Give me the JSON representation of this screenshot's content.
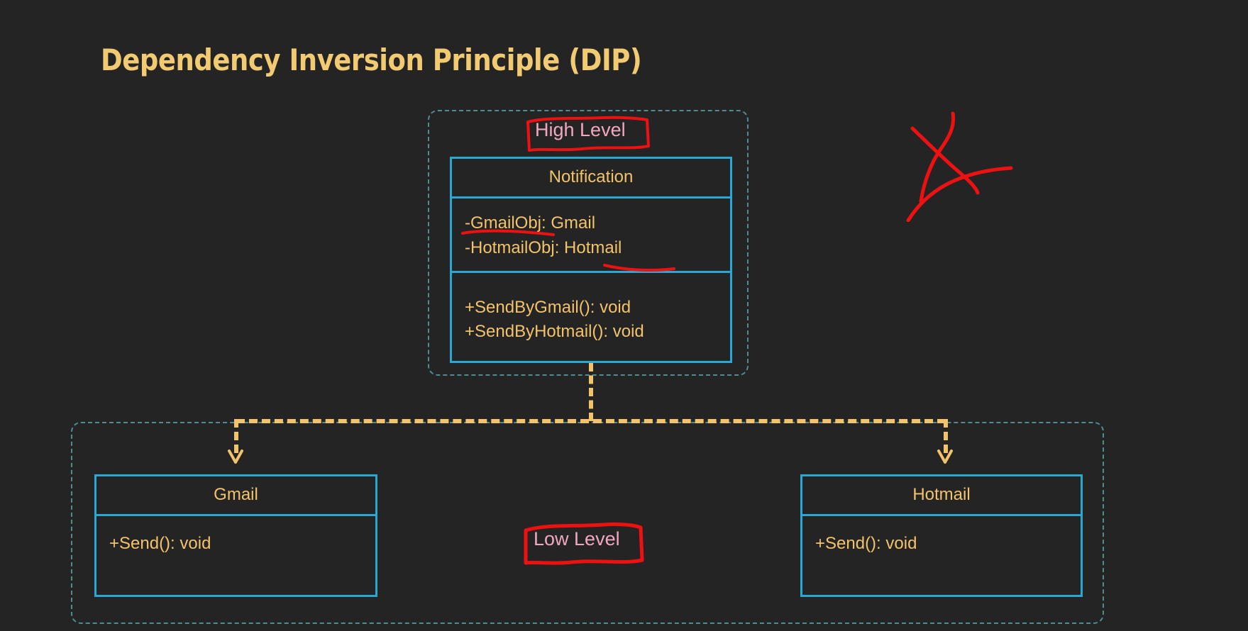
{
  "page": {
    "title": "Dependency Inversion Principle (DIP)",
    "background_color": "#242424",
    "title_color": "#F2CA72"
  },
  "colors": {
    "class_border": "#29A8D4",
    "class_text": "#F2C36B",
    "group_border": "#4E8D92",
    "label_pink": "#F0A8C0",
    "annotation_red": "#EE1111",
    "dependency_arrow": "#F2C36B"
  },
  "groups": {
    "high_level": {
      "label": "High Level"
    },
    "low_level": {
      "label": "Low Level"
    }
  },
  "classes": {
    "notification": {
      "name": "Notification",
      "attributes": [
        "-GmailObj: Gmail",
        "-HotmailObj: Hotmail"
      ],
      "methods": [
        "+SendByGmail(): void",
        "+SendByHotmail(): void"
      ]
    },
    "gmail": {
      "name": "Gmail",
      "methods": [
        "+Send(): void"
      ]
    },
    "hotmail": {
      "name": "Hotmail",
      "methods": [
        "+Send(): void"
      ]
    }
  },
  "annotations": {
    "underline_gmail": "Gmail",
    "underline_hotmail": "Hotmail",
    "freehand_mark": "red-x-with-arc"
  }
}
